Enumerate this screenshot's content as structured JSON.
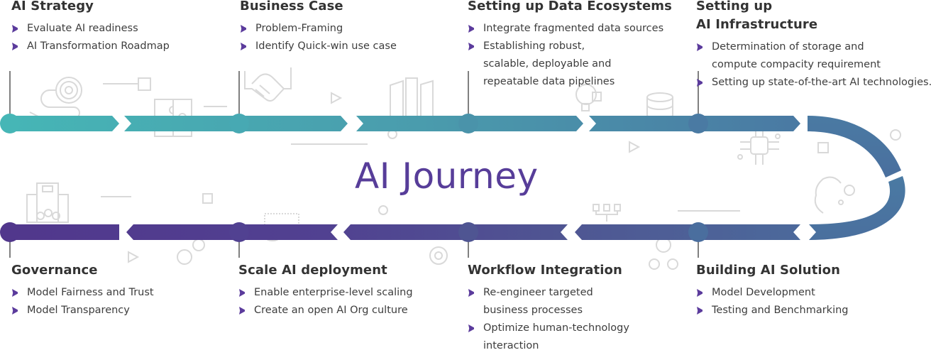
{
  "title": "AI Journey",
  "colors": {
    "teal": "#46b6b6",
    "steel_blue": "#4a7aa3",
    "indigo": "#4f5592",
    "purple": "#51378c",
    "bullet": "#5b3b9c",
    "title": "#573d99",
    "heading": "#333333",
    "text": "#3d3d3d",
    "decor": "#d9d9d9"
  },
  "stages": [
    {
      "id": "ai-strategy",
      "step": 1,
      "heading": "AI Strategy",
      "items": [
        "Evaluate AI readiness",
        "AI Transformation Roadmap"
      ],
      "icon": "target-icon"
    },
    {
      "id": "business-case",
      "step": 2,
      "heading": "Business Case",
      "items": [
        "Problem-Framing",
        "Identify Quick-win use case"
      ],
      "icon": "handshake-icon"
    },
    {
      "id": "data-ecosystems",
      "step": 3,
      "heading": "Setting up Data Ecosystems",
      "items": [
        "Integrate fragmented data sources",
        "Establishing robust, scalable, deployable and repeatable data pipelines"
      ],
      "icon": "database-icon"
    },
    {
      "id": "ai-infrastructure",
      "step": 4,
      "heading": "Setting up AI Infrastructure",
      "heading_lines": [
        "Setting up",
        "AI Infrastructure"
      ],
      "items": [
        "Determination of storage and compute compacity requirement",
        "Setting up state-of-the-art AI technologies."
      ],
      "icon": "ai-chip-icon"
    },
    {
      "id": "building-ai-solution",
      "step": 5,
      "heading": "Building AI Solution",
      "items": [
        "Model Development",
        "Testing and Benchmarking"
      ],
      "icon": "ai-head-gear-icon"
    },
    {
      "id": "workflow-integration",
      "step": 6,
      "heading": "Workflow Integration",
      "items": [
        "Re-engineer targeted business processes",
        "Optimize human-technology interaction"
      ],
      "icon": "gears-icon"
    },
    {
      "id": "scale-ai-deployment",
      "step": 7,
      "heading": "Scale AI deployment",
      "items": [
        "Enable enterprise-level scaling",
        "Create an open AI Org culture"
      ],
      "icon": "scaling-icon"
    },
    {
      "id": "governance",
      "step": 8,
      "heading": "Governance",
      "items": [
        "Model Fairness and Trust",
        "Model Transparency"
      ],
      "icon": "organization-icon"
    }
  ]
}
